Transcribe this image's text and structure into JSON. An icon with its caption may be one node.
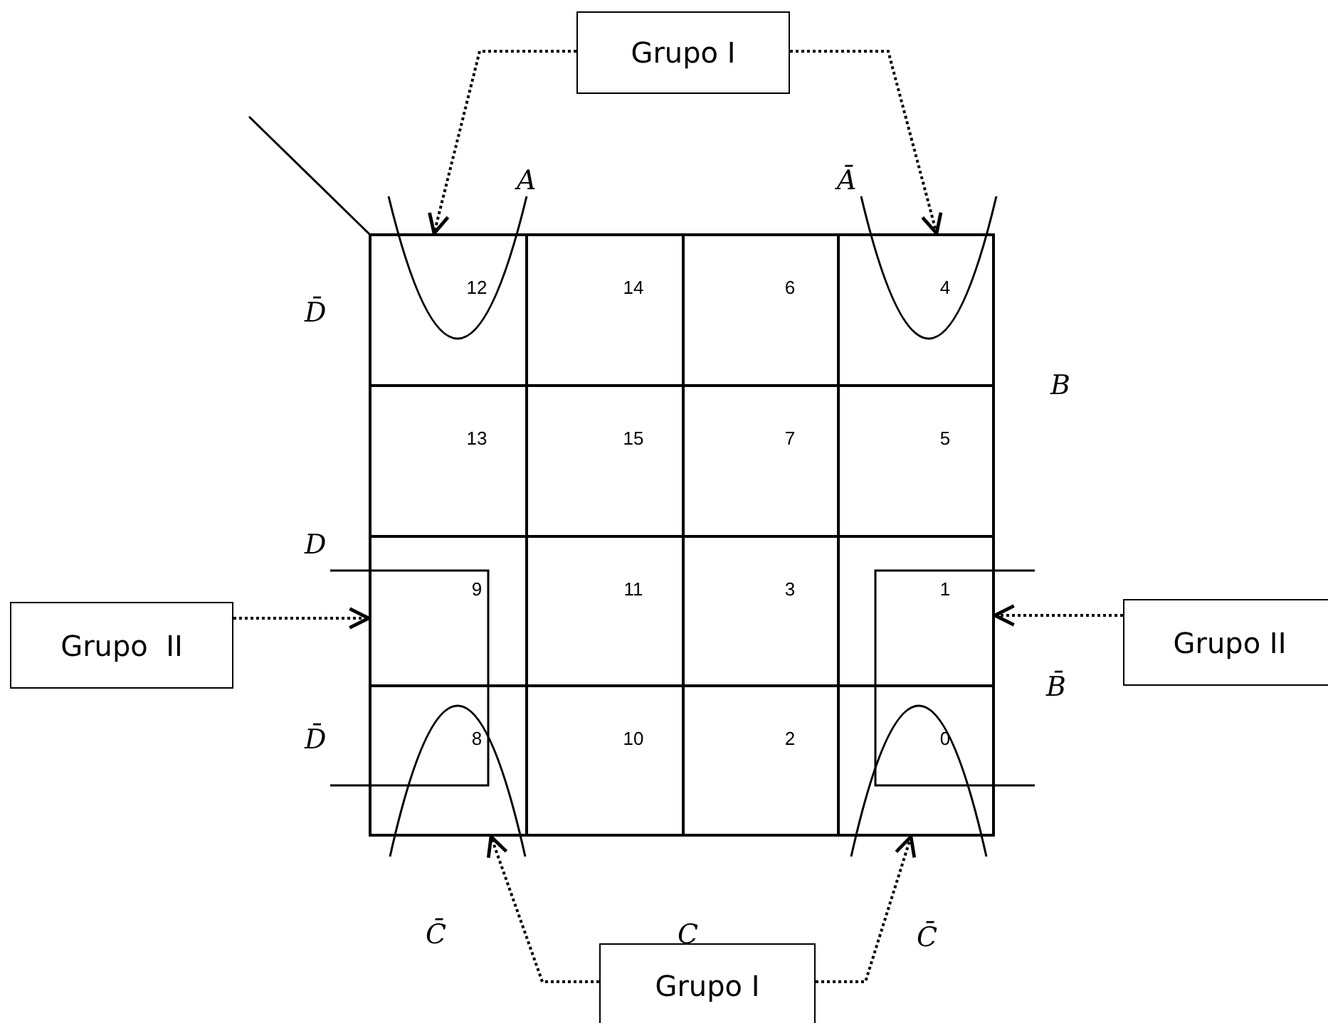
{
  "diagram": {
    "nodes": [
      {
        "text": [
          "Grupo I"
        ]
      },
      {
        "text": [
          "12"
        ]
      },
      {
        "text": [
          "14"
        ]
      },
      {
        "text": [
          "6"
        ]
      },
      {
        "text": [
          "4"
        ]
      },
      {
        "text": [
          "13"
        ]
      },
      {
        "text": [
          "15"
        ]
      },
      {
        "text": [
          "7"
        ]
      },
      {
        "text": [
          "5"
        ]
      },
      {
        "text": [
          "Grupo  II"
        ]
      },
      {
        "text": [
          "9"
        ]
      },
      {
        "text": [
          "11"
        ]
      },
      {
        "text": [
          "3"
        ]
      },
      {
        "text": [
          "1"
        ]
      },
      {
        "text": [
          "Grupo II"
        ]
      },
      {
        "text": [
          "8"
        ]
      },
      {
        "text": [
          "10"
        ]
      },
      {
        "text": [
          "2"
        ]
      },
      {
        "text": [
          "0"
        ]
      },
      {
        "text": [
          "Grupo I"
        ]
      }
    ],
    "edges": [
      {
        "from": 0,
        "to": 1,
        "arrow": "to"
      },
      {
        "from": 0,
        "to": 4,
        "arrow": "to"
      },
      {
        "from": 9,
        "to": 10,
        "arrow": "to"
      },
      {
        "from": 14,
        "to": 13,
        "arrow": "to"
      },
      {
        "from": 19,
        "to": 15,
        "arrow": "to"
      },
      {
        "from": 19,
        "to": 18,
        "arrow": "to"
      }
    ],
    "labels": [
      "A",
      "Ā",
      "D̄",
      "B",
      "D",
      "D̄",
      "B̄",
      "C̄",
      "C",
      "C̄"
    ]
  }
}
